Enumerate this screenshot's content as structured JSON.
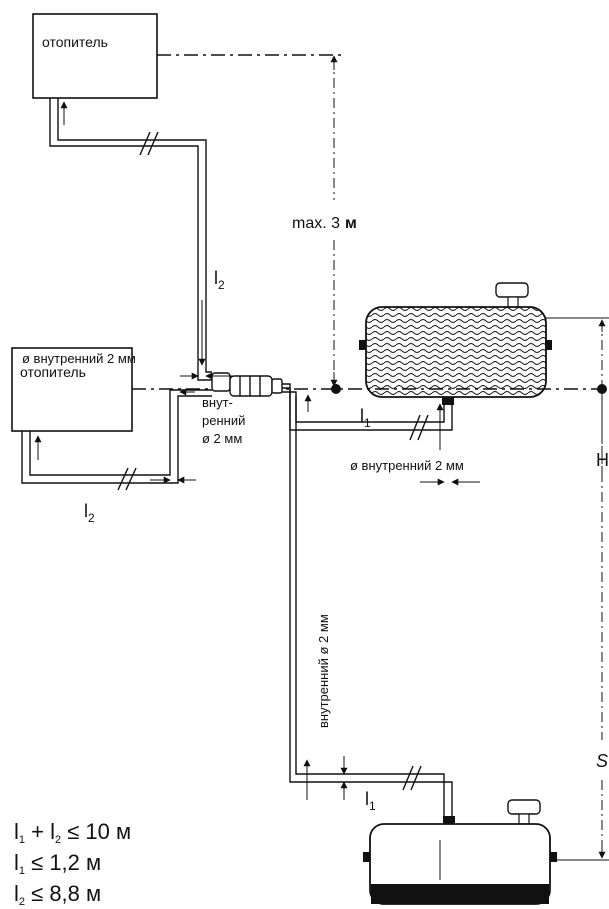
{
  "heater_top": {
    "label": "отопитель"
  },
  "heater_bottom": {
    "label": "отопитель"
  },
  "max_height": {
    "prefix": "max. 3",
    "unit": "м"
  },
  "pipe_label_l2_vertical": {
    "letter": "l",
    "sub": "2"
  },
  "pipe_label_l2_bottom": {
    "letter": "l",
    "sub": "2"
  },
  "pipe_label_l1_right": {
    "letter": "l",
    "sub": "1"
  },
  "pipe_label_l1_lower": {
    "letter": "l",
    "sub": "1"
  },
  "inner_diameter_left": "ø внутренний 2 мм",
  "inner_diameter_right": "ø внутренний 2 мм",
  "inner_diameter_stack": {
    "line1": "внут-",
    "line2": "ренний",
    "line3": "ø 2 мм"
  },
  "inner_diameter_vertical": "внутренний ø 2 мм",
  "height_H": "H",
  "height_S": "S",
  "formulas": {
    "f1": {
      "a": "l",
      "a_sub": "1",
      "plus": " + ",
      "b": "l",
      "b_sub": "2",
      "rel": " ≤ 10 м"
    },
    "f2": {
      "a": "l",
      "a_sub": "1",
      "rel": " ≤ 1,2 м"
    },
    "f3": {
      "a": "l",
      "a_sub": "2",
      "rel": " ≤ 8,8 м"
    }
  },
  "colors": {
    "ink": "#111111",
    "fuel": "#111111",
    "background": "#ffffff"
  }
}
